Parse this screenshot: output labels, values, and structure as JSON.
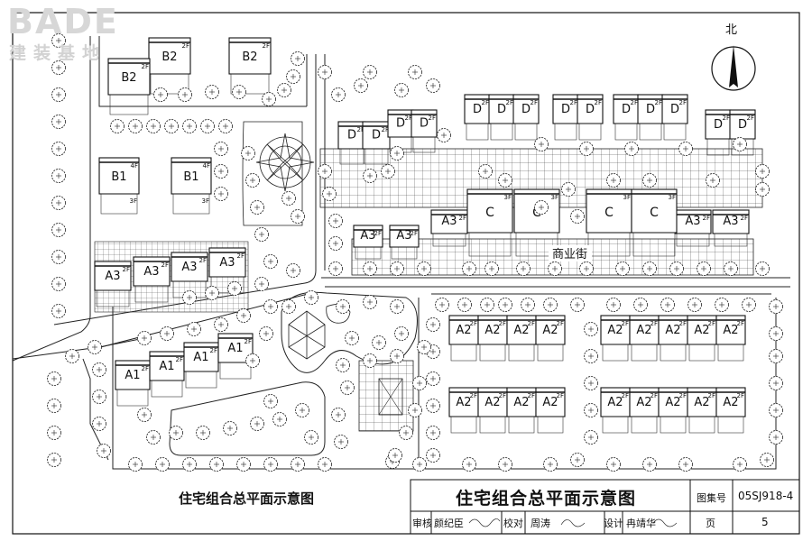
{
  "logo": {
    "text": "BADE",
    "subtitle": "建装基地"
  },
  "north_label": "北",
  "street_label": "商业街",
  "drawing_title": "住宅组合总平面示意图",
  "title_block": {
    "title": "住宅组合总平面示意图",
    "atlas_label": "图集号",
    "atlas_no": "05SJ918-4",
    "review_label": "审核",
    "reviewer": "颜纪臣",
    "check_label": "校对",
    "checker": "周涛",
    "design_label": "设计",
    "designer": "冉靖华",
    "page_label": "页",
    "page_no": "5"
  },
  "buildings": {
    "B2": {
      "name": "B2",
      "floors": "2F"
    },
    "B1": {
      "name": "B1",
      "floors": "4F",
      "wing": "3F"
    },
    "A3": {
      "name": "A3",
      "floors": "2F"
    },
    "A1": {
      "name": "A1",
      "floors": "2F"
    },
    "A2": {
      "name": "A2",
      "floors": "2F"
    },
    "D": {
      "name": "D",
      "floors": "2F"
    },
    "C": {
      "name": "C",
      "floors": "3F"
    }
  }
}
